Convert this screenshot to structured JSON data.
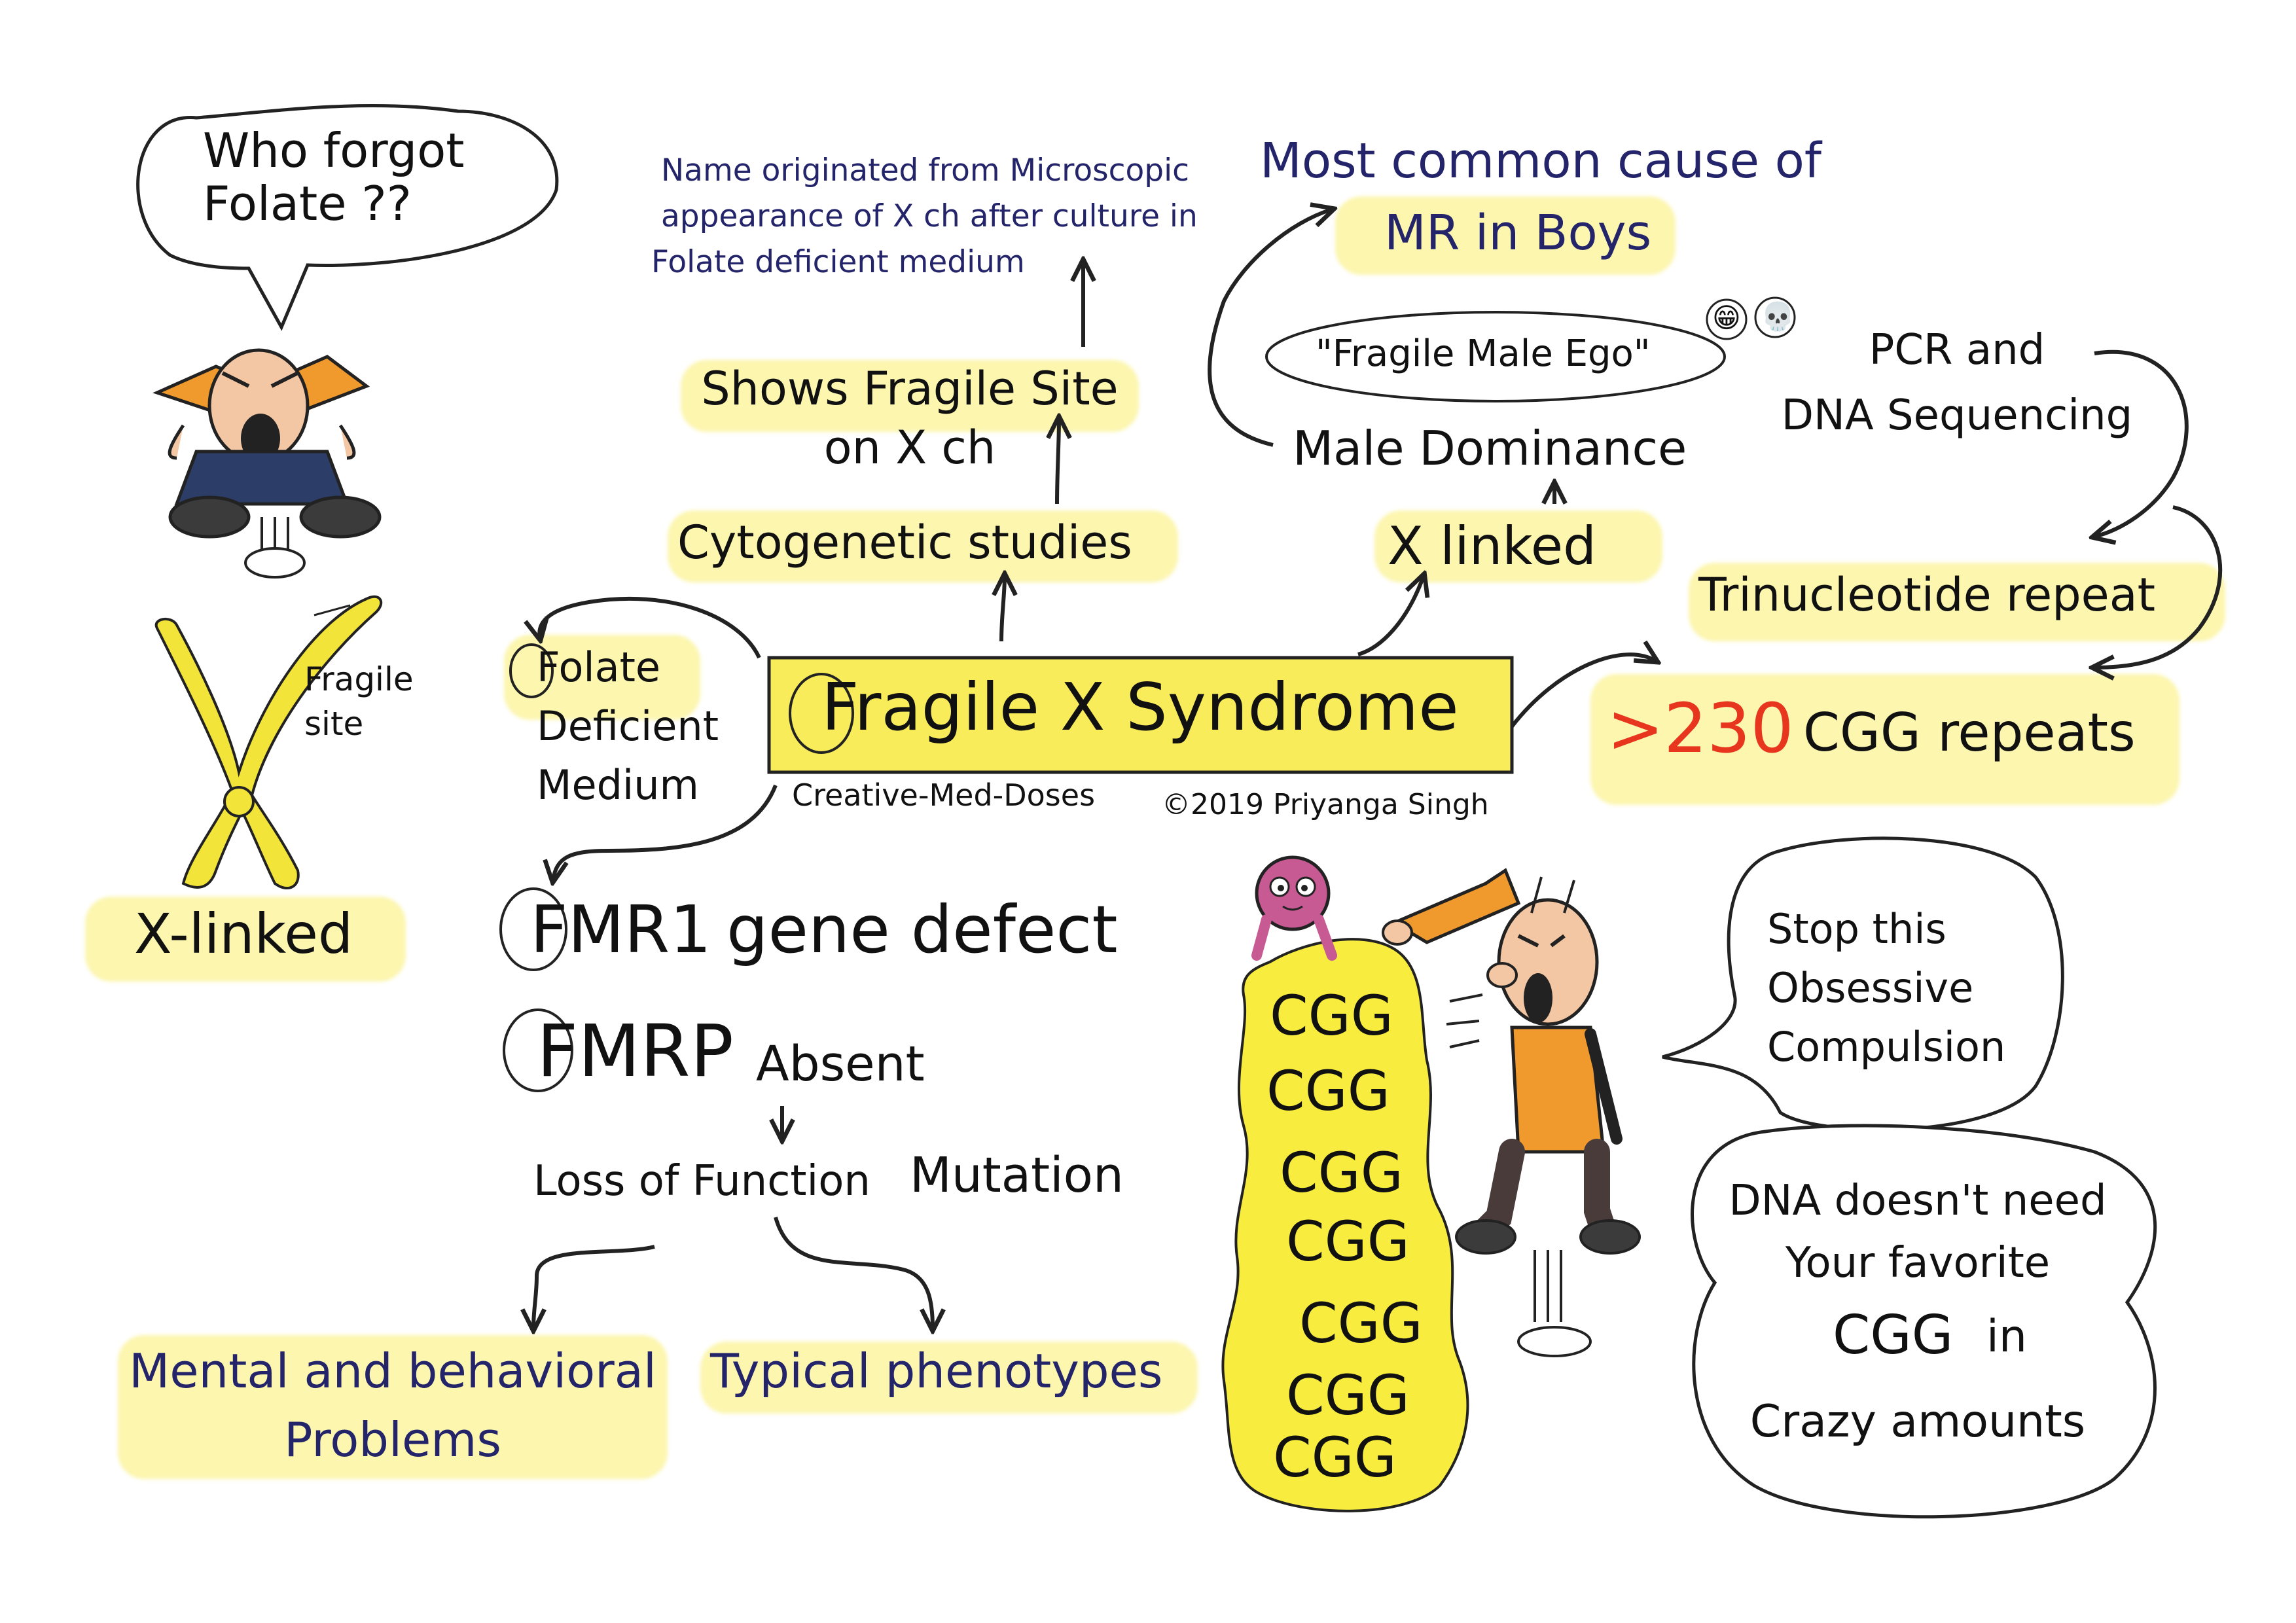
{
  "title": "Fragile X Syndrome",
  "credits": {
    "brand": "Creative-Med-Doses",
    "copyright": "©2019 Priyanga Singh"
  },
  "speech": {
    "folate": "Who forgot Folate ??",
    "obsessive": "Stop this Obsessive Compulsion",
    "dna": [
      "DNA doesn't need",
      "Your favorite",
      "CGG",
      "in",
      "Crazy amounts"
    ]
  },
  "chromosome": {
    "fragile_label": "Fragile site",
    "xlinked_label": "X-linked"
  },
  "nodes": {
    "folate_medium": [
      "Folate",
      "Deficient",
      "Medium"
    ],
    "name_origin": [
      "Name originated from Microscopic",
      "appearance of X ch after culture in",
      "Folate deficient medium"
    ],
    "shows_fragile": [
      "Shows Fragile Site",
      "on X ch"
    ],
    "cytogenetic": "Cytogenetic studies",
    "most_common": [
      "Most common cause of",
      "MR in Boys"
    ],
    "ego": "\"Fragile Male Ego\"",
    "male_dominance": "Male Dominance",
    "x_linked": "X linked",
    "pcr": [
      "PCR and",
      "DNA Sequencing"
    ],
    "trinucleotide": "Trinucleotide repeat",
    "repeats_number": ">230",
    "repeats_label": "CGG repeats",
    "fmr1_gene": "FMR1",
    "fmr1_rest": "gene defect",
    "fmrp": "FMRP",
    "fmrp_rest": "Absent",
    "loss": "Loss of Function",
    "mutation": "Mutation",
    "mental": [
      "Mental and behavioral",
      "Problems"
    ],
    "phenotypes": "Typical phenotypes"
  },
  "cgg_stack": [
    "CGG",
    "CGG",
    "CGG",
    "CGG",
    "CGG",
    "CGG",
    "CGG"
  ],
  "emoji": [
    "😁",
    "💀"
  ],
  "colors": {
    "highlight": "#faee6e",
    "title_box": "#f8ec5a",
    "accent_red": "#e8361e",
    "navy": "#24246a",
    "chromosome": "#f3e43a",
    "orange_shirt": "#f09a2e",
    "pink_creature": "#c75a92"
  }
}
